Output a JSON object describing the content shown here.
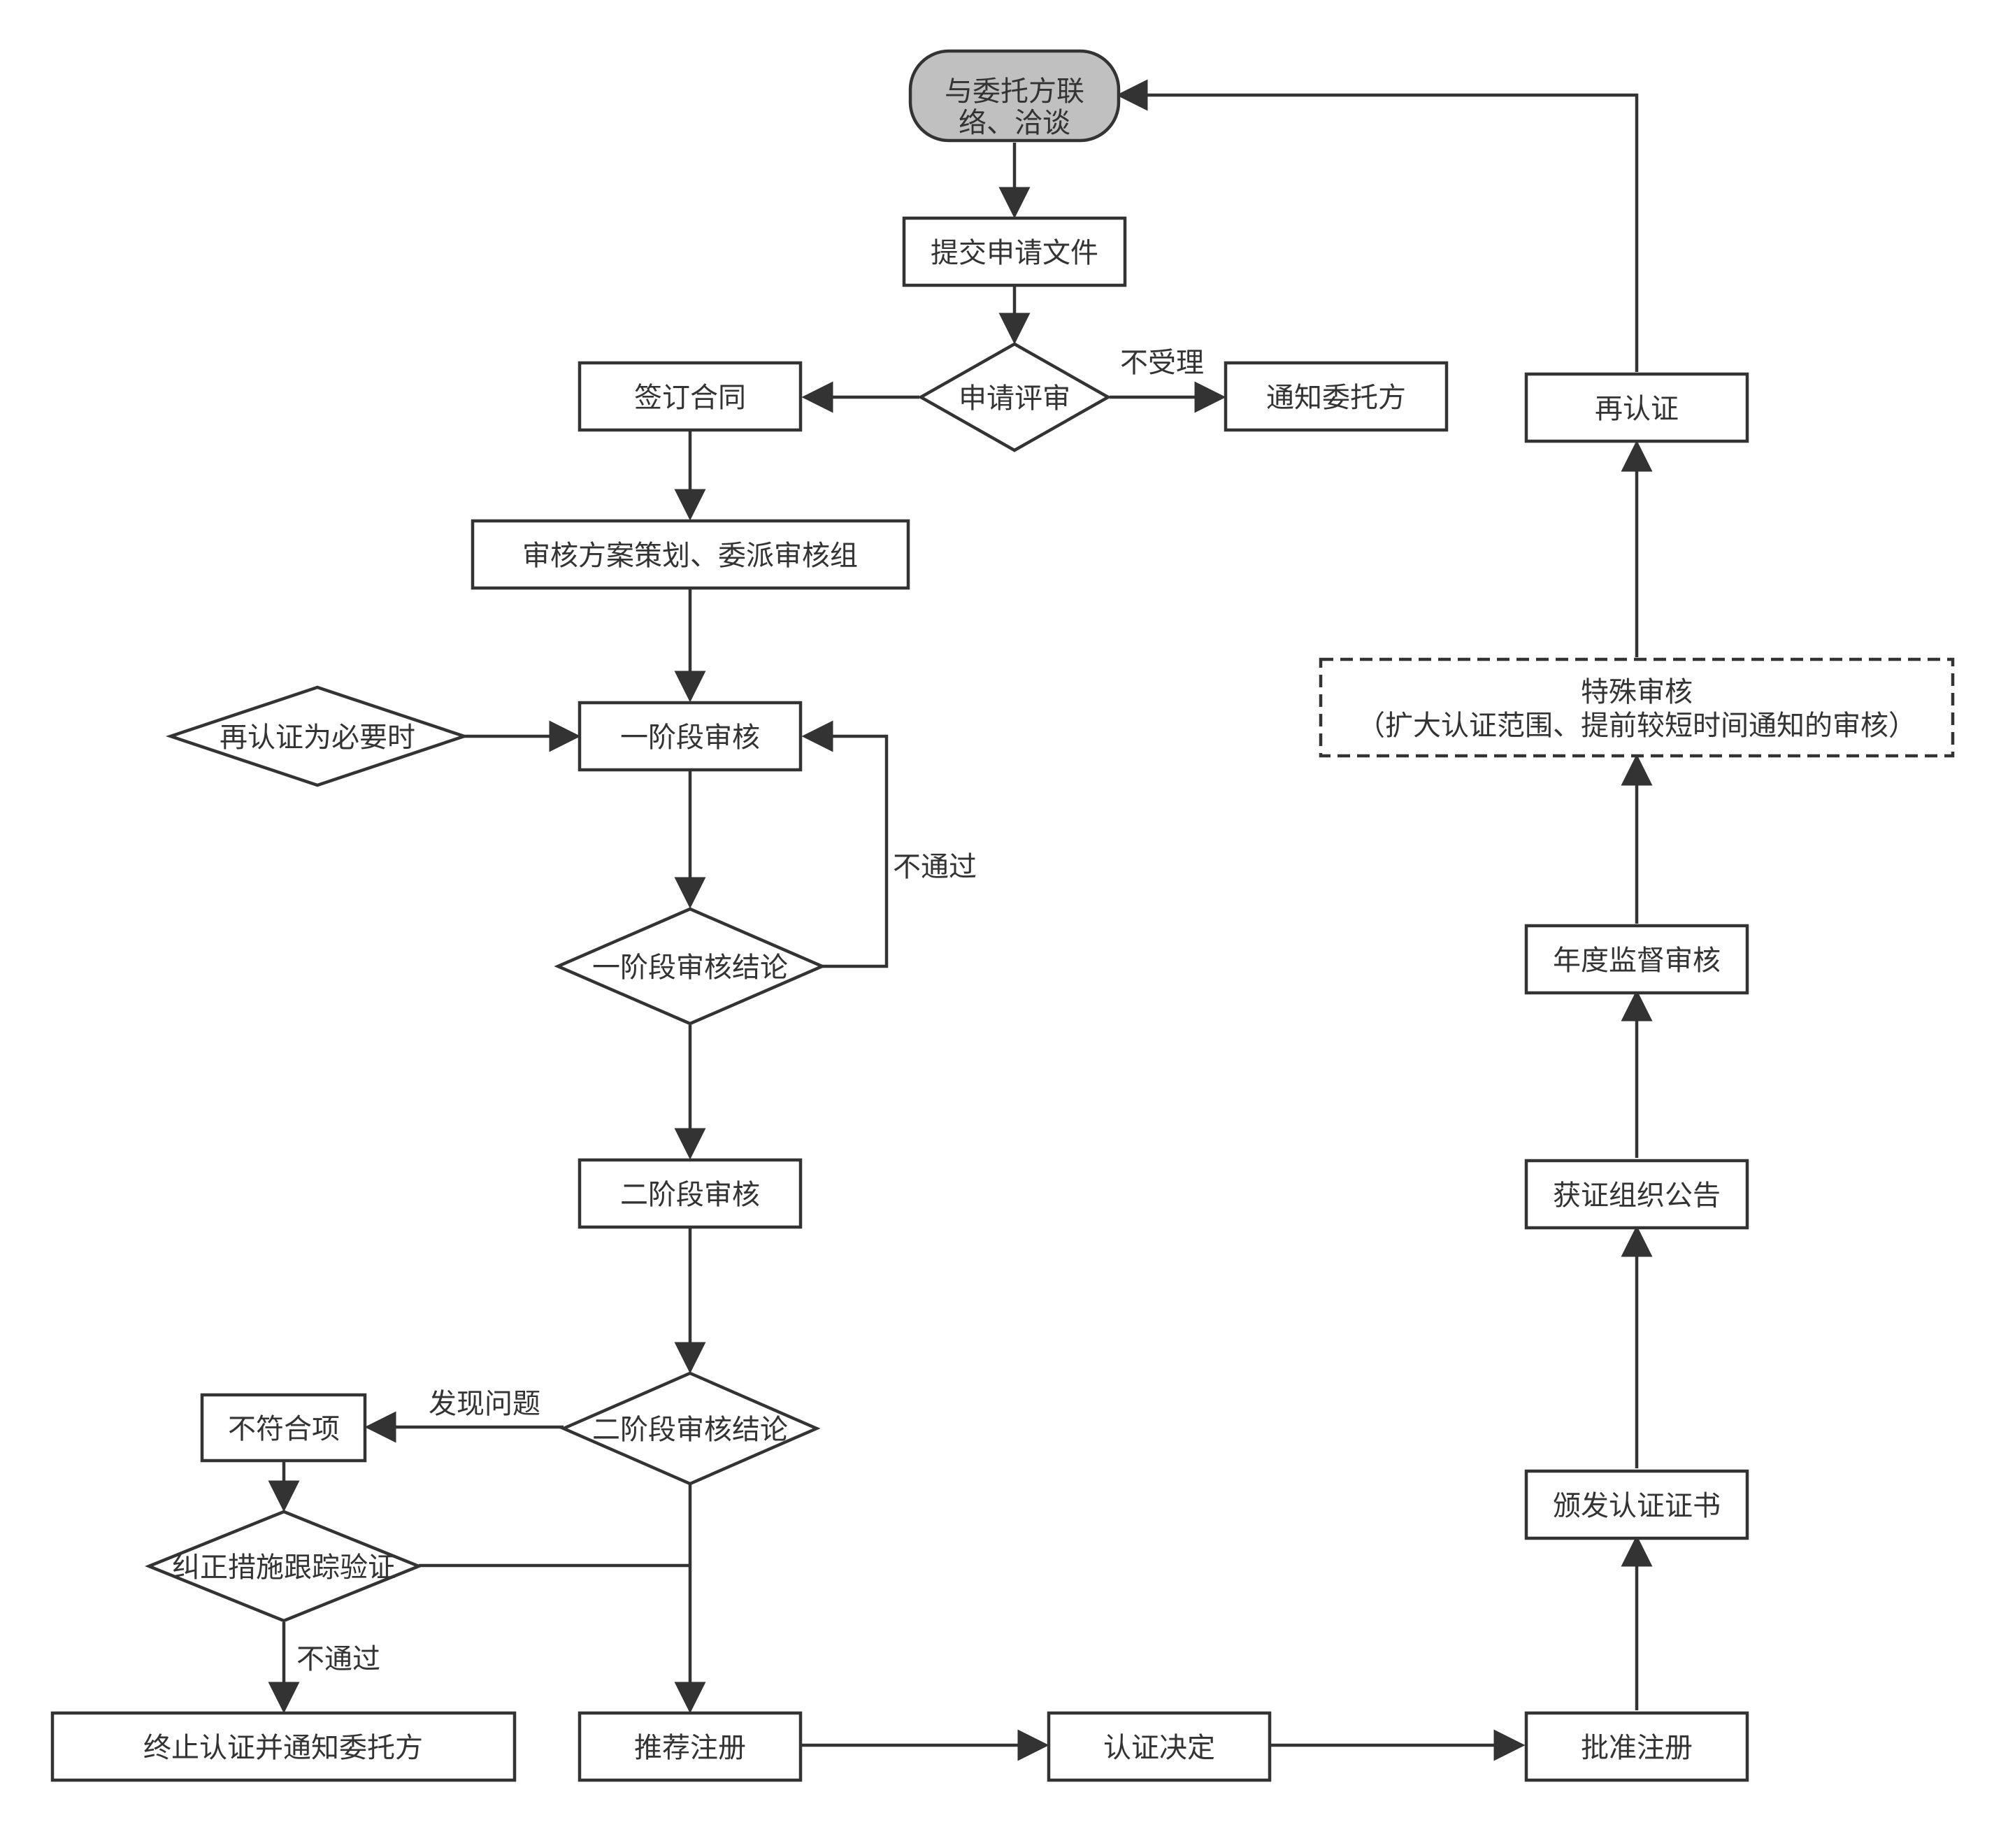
{
  "colors": {
    "stroke": "#333333",
    "start_fill": "#c0c0c0",
    "node_fill": "#ffffff",
    "text": "#333333",
    "background": "#ffffff"
  },
  "nodes": {
    "contact": {
      "line1": "与委托方联",
      "line2": "络、洽谈"
    },
    "submit": "提交申请文件",
    "review_application": "申请评审",
    "notify_client": "通知委托方",
    "sign_contract": "签订合同",
    "audit_plan": "审核方案策划、委派审核组",
    "recert_needed": "再认证为必要时",
    "stage1": "一阶段审核",
    "stage1_result": "一阶段审核结论",
    "stage2": "二阶段审核",
    "stage2_result": "二阶段审核结论",
    "nonconformity": "不符合项",
    "corrective": "纠正措施跟踪验证",
    "terminate": "终止认证并通知委托方",
    "recommend": "推荐注册",
    "decision": "认证决定",
    "approve": "批准注册",
    "issue_cert": "颁发认证证书",
    "announce": "获证组织公告",
    "annual": "年度监督审核",
    "special": {
      "line1": "特殊审核",
      "line2": "（扩大认证范围、提前较短时间通知的审核）"
    },
    "recert": "再认证"
  },
  "edge_labels": {
    "not_accepted": "不受理",
    "stage1_fail": "不通过",
    "problem_found": "发现问题",
    "corrective_fail": "不通过"
  }
}
